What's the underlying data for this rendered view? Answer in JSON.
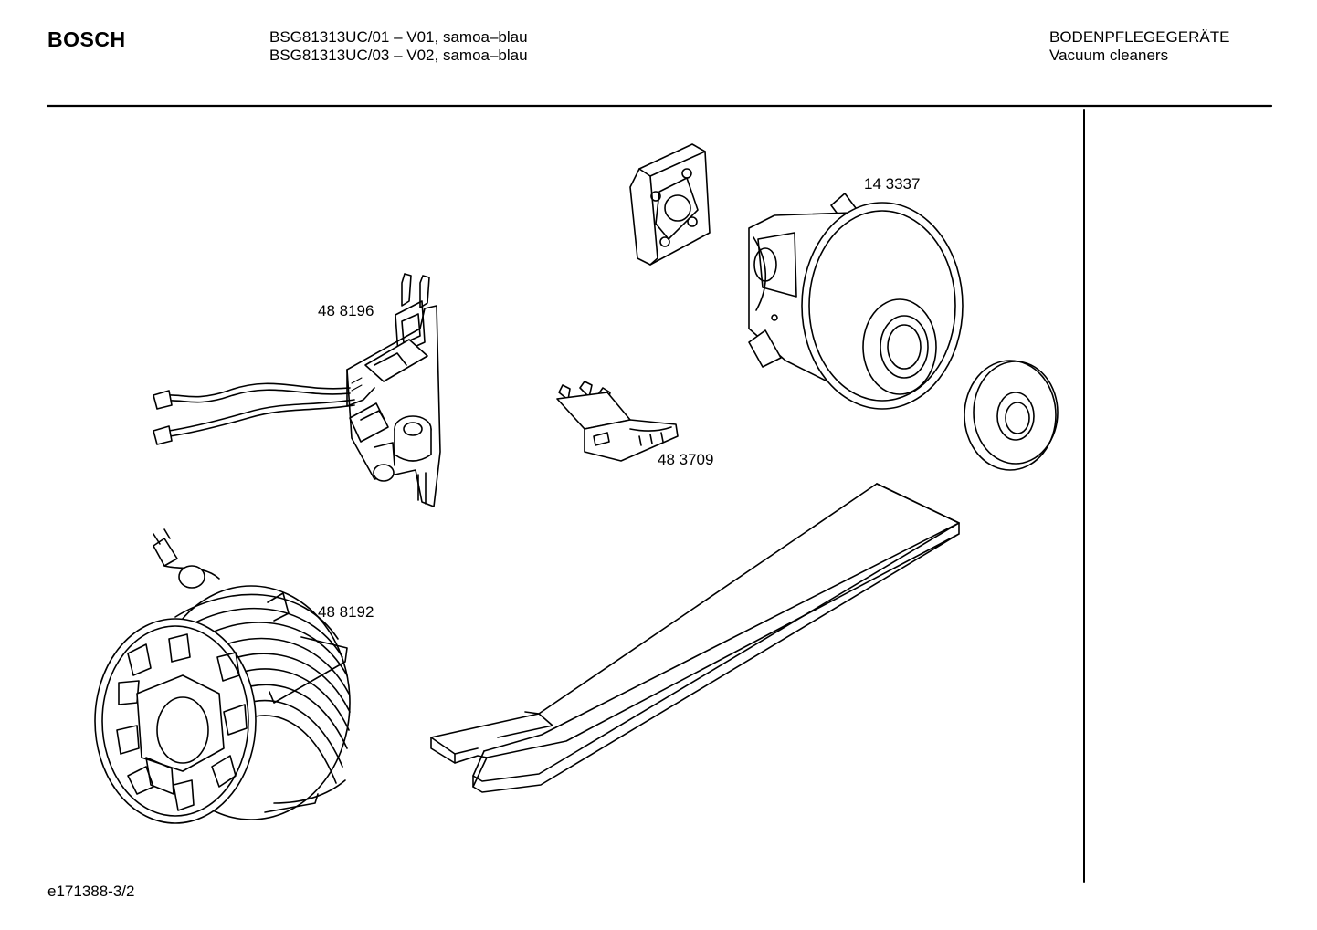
{
  "header": {
    "brand": "BOSCH",
    "models": [
      "BSG81313UC/01 – V01, samoa–blau",
      "BSG81313UC/03 – V02, samoa–blau"
    ],
    "category": [
      "BODENPFLEGEGERÄTE",
      "Vacuum cleaners"
    ]
  },
  "parts": [
    {
      "id": "motor",
      "label": "14 3337"
    },
    {
      "id": "switch-board",
      "label": "48 8196"
    },
    {
      "id": "connector",
      "label": "48 3709"
    },
    {
      "id": "cable-reel",
      "label": "48 8192"
    }
  ],
  "footer": {
    "doc_id": "e171388-3/2"
  }
}
